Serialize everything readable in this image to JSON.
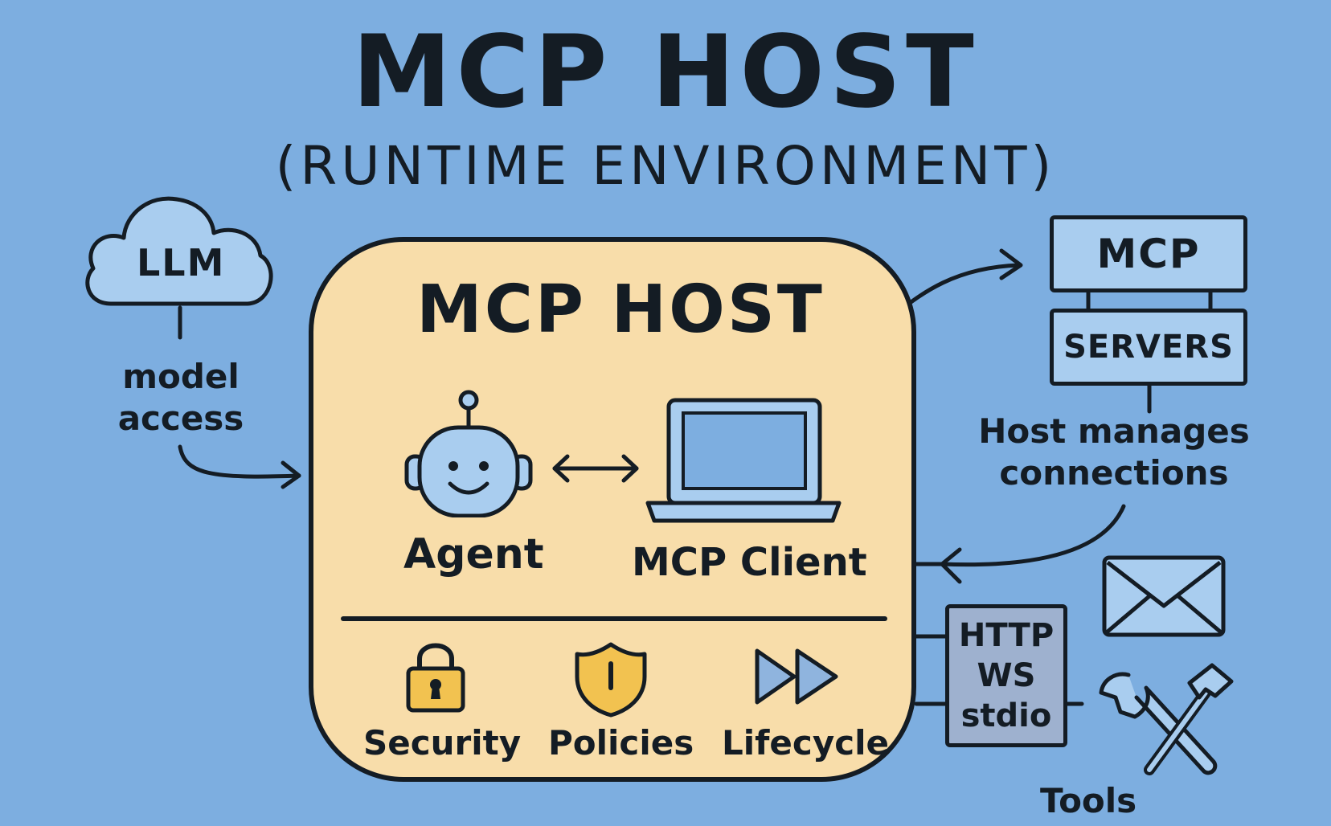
{
  "title": "MCP HOST",
  "subtitle": "(RUNTIME ENVIRONMENT)",
  "llm": {
    "label": "LLM",
    "caption_line1": "model",
    "caption_line2": "access"
  },
  "host": {
    "title": "MCP HOST",
    "agent_label": "Agent",
    "client_label": "MCP Client",
    "features": [
      "Security",
      "Policies",
      "Lifecycle"
    ]
  },
  "servers": {
    "top_label": "MCP",
    "bottom_label": "SERVERS",
    "caption_line1": "Host manages",
    "caption_line2": "connections"
  },
  "transports": [
    "HTTP",
    "WS",
    "stdio"
  ],
  "tools_label": "Tools",
  "colors": {
    "background": "#7daee0",
    "host_fill": "#f8ddaa",
    "light_blue": "#a9cdef",
    "transport_fill": "#9eb1cf",
    "accent_yellow": "#f2c250",
    "ink": "#141c24"
  },
  "icons": [
    "cloud-icon",
    "robot-icon",
    "laptop-icon",
    "lock-icon",
    "shield-icon",
    "fast-forward-icon",
    "envelope-icon",
    "wrench-hammer-icon"
  ]
}
